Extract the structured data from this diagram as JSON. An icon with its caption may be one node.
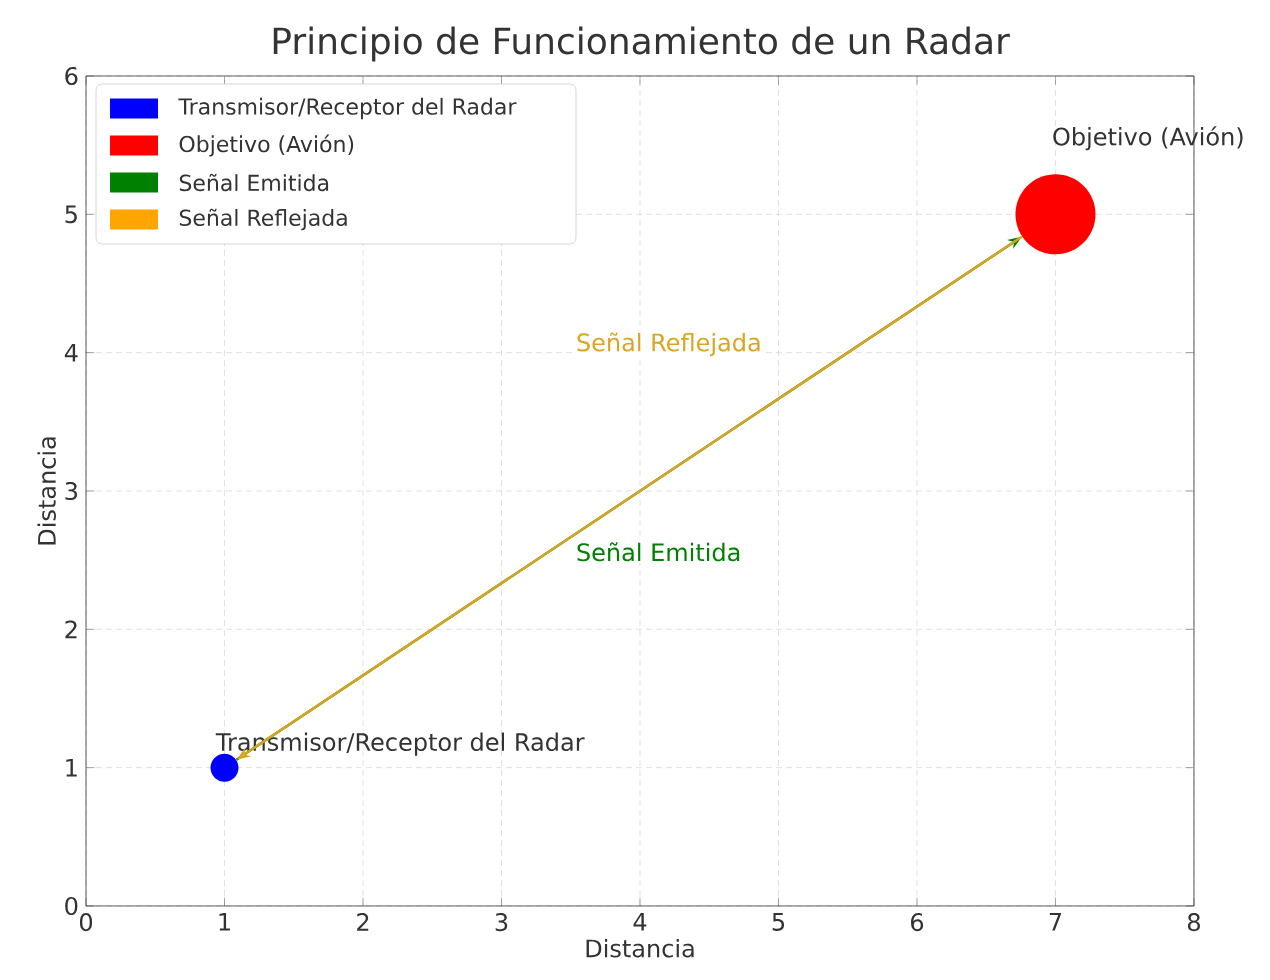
{
  "diagram": {
    "title": "Principio de Funcionamiento de un Radar",
    "nodes": [
      {
        "text": [],
        "shape": "circle",
        "beside": [
          "Transmisor/Receptor del Radar"
        ]
      },
      {
        "text": [],
        "shape": "circle",
        "beside": [
          "Objetivo (Avión)"
        ]
      }
    ],
    "edges": [
      {
        "from": 0,
        "to": 1,
        "arrow": "to",
        "label": "Señal Emitida",
        "color": "#008000"
      },
      {
        "from": 1,
        "to": 0,
        "arrow": "to",
        "label": "Señal Reflejada",
        "color": "#daa520"
      }
    ],
    "legend": [
      {
        "text": "Transmisor/Receptor del Radar",
        "color": "#0000ff"
      },
      {
        "text": "Objetivo (Avión)",
        "color": "#ff0000"
      },
      {
        "text": "Señal Emitida",
        "color": "#008000"
      },
      {
        "text": "Señal Reflejada",
        "color": "#ffa500"
      }
    ],
    "chart_data": {
      "type": "scatter",
      "grid": true,
      "xlabel": "Distancia",
      "ylabel": "Distancia",
      "xlim": [
        0,
        8
      ],
      "ylim": [
        0,
        6
      ],
      "xticks": [
        0,
        1,
        2,
        3,
        4,
        5,
        6,
        7,
        8
      ],
      "yticks": [
        0,
        1,
        2,
        3,
        4,
        5,
        6
      ]
    }
  }
}
